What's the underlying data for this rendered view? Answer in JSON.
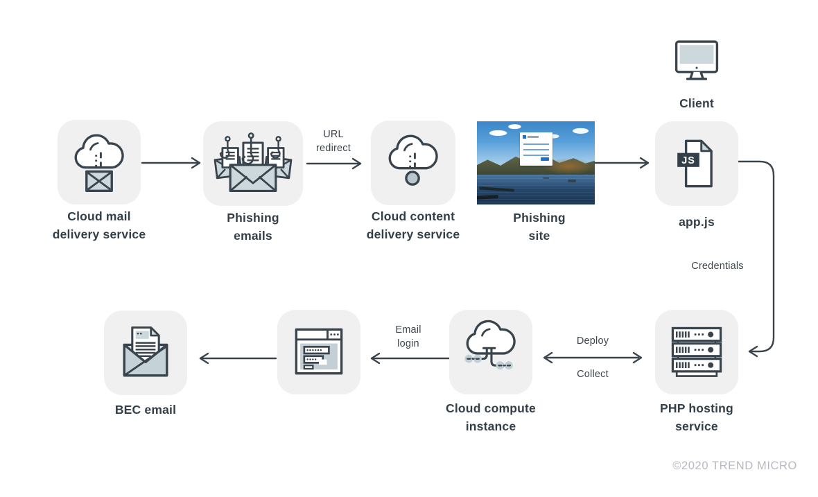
{
  "nodes": {
    "cloud_mail": {
      "line1": "Cloud mail",
      "line2": "delivery service"
    },
    "phishing_emails": {
      "line1": "Phishing",
      "line2": "emails"
    },
    "cloud_content": {
      "line1": "Cloud content",
      "line2": "delivery service"
    },
    "phishing_site": {
      "line1": "Phishing",
      "line2": "site"
    },
    "appjs": {
      "label": "app.js",
      "badge": "JS"
    },
    "client": {
      "label": "Client"
    },
    "php_hosting": {
      "line1": "PHP hosting",
      "line2": "service"
    },
    "cloud_compute": {
      "line1": "Cloud compute",
      "line2": "instance"
    },
    "bec_email": {
      "label": "BEC email"
    }
  },
  "edges": {
    "url_redirect": {
      "line1": "URL",
      "line2": "redirect"
    },
    "credentials": {
      "label": "Credentials"
    },
    "deploy": {
      "label": "Deploy"
    },
    "collect": {
      "label": "Collect"
    },
    "email_login": {
      "line1": "Email",
      "line2": "login"
    }
  },
  "footer": {
    "copyright": "©2020 TREND MICRO"
  },
  "colors": {
    "stroke": "#3a444d",
    "icon_fill": "#ccd8dc",
    "box_background": "#f0f0f1",
    "label_text": "#333f48",
    "muted_text": "#b5bac1",
    "form_blue": "#1d6fd1"
  }
}
